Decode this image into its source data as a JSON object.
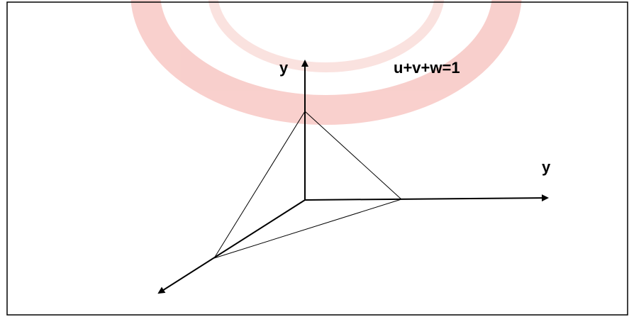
{
  "diagram": {
    "axis_labels": {
      "vertical": "y",
      "horizontal": "y"
    },
    "equation": "u+v+w=1",
    "colors": {
      "watermark": "#e8554a",
      "stroke": "#000000",
      "frame": "#000000"
    }
  }
}
